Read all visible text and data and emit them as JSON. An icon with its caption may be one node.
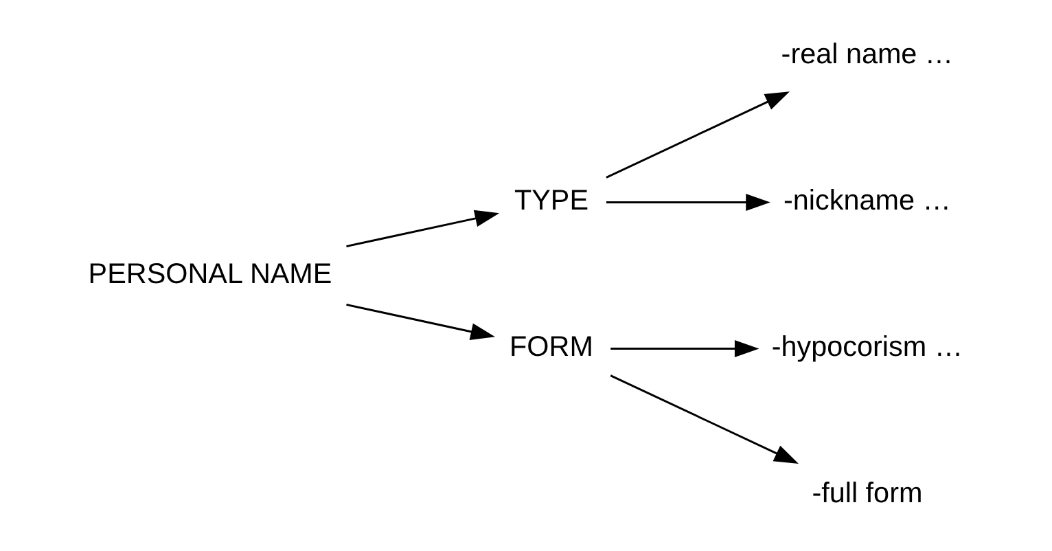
{
  "diagram": {
    "nodes": [
      {
        "text": [
          "PERSONAL NAME"
        ]
      },
      {
        "text": [
          "TYPE"
        ]
      },
      {
        "text": [
          "FORM"
        ]
      },
      {
        "text": [
          "-real name …"
        ]
      },
      {
        "text": [
          "-nickname …"
        ]
      },
      {
        "text": [
          "-hypocorism …"
        ]
      },
      {
        "text": [
          "-full form"
        ]
      }
    ],
    "edges": [
      {
        "from": 0,
        "to": 1,
        "arrow": "to"
      },
      {
        "from": 0,
        "to": 2,
        "arrow": "to"
      },
      {
        "from": 1,
        "to": 3,
        "arrow": "to"
      },
      {
        "from": 1,
        "to": 4,
        "arrow": "to"
      },
      {
        "from": 2,
        "to": 5,
        "arrow": "to"
      },
      {
        "from": 2,
        "to": 6,
        "arrow": "to"
      }
    ]
  }
}
